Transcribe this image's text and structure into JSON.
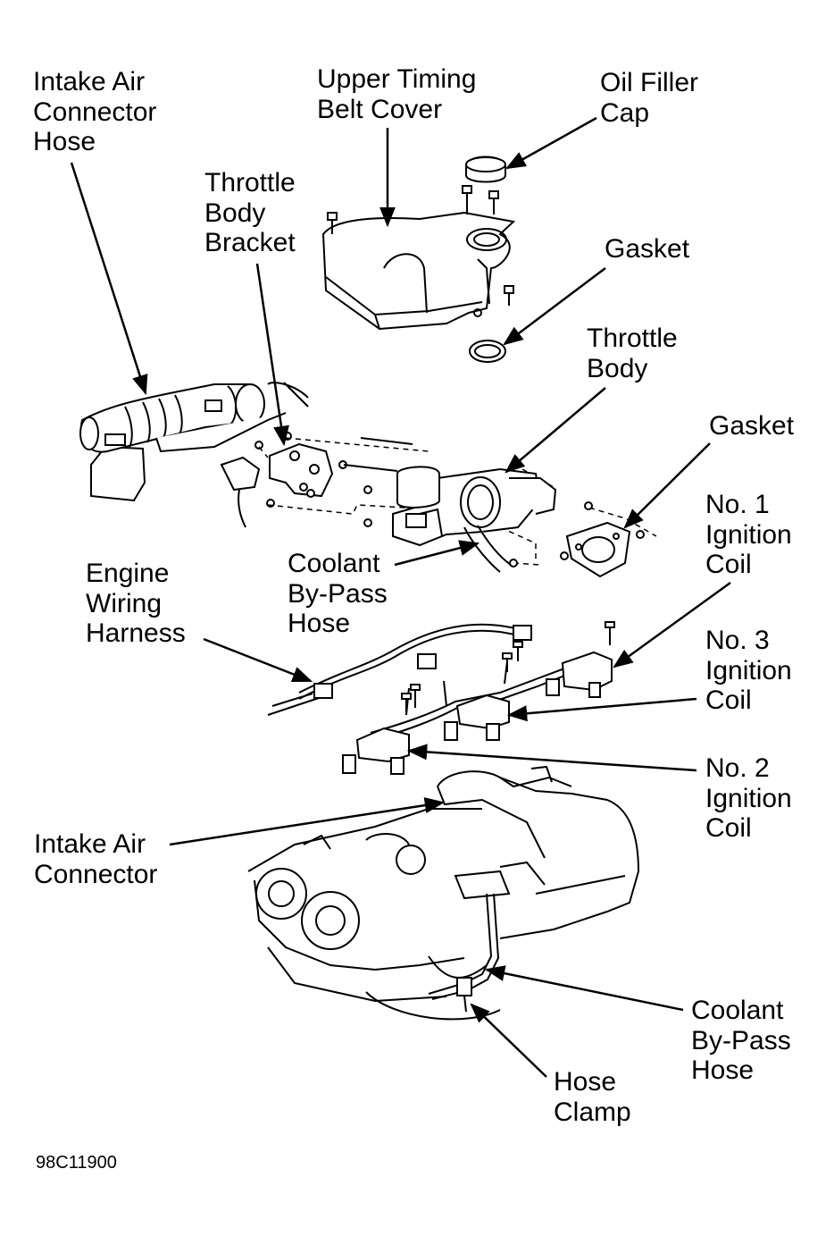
{
  "labels": {
    "intake_air_connector_hose": [
      "Intake Air",
      "Connector",
      "Hose"
    ],
    "upper_timing_belt_cover": [
      "Upper Timing",
      "Belt Cover"
    ],
    "oil_filler_cap": [
      "Oil Filler",
      "Cap"
    ],
    "throttle_body_bracket": [
      "Throttle",
      "Body",
      "Bracket"
    ],
    "gasket_upper": [
      "Gasket"
    ],
    "throttle_body": [
      "Throttle",
      "Body"
    ],
    "gasket_lower": [
      "Gasket"
    ],
    "no1_ignition_coil": [
      "No. 1",
      "Ignition",
      "Coil"
    ],
    "coolant_bypass_hose_upper": [
      "Coolant",
      "By-Pass",
      "Hose"
    ],
    "engine_wiring_harness": [
      "Engine",
      "Wiring",
      "Harness"
    ],
    "no3_ignition_coil": [
      "No. 3",
      "Ignition",
      "Coil"
    ],
    "no2_ignition_coil": [
      "No. 2",
      "Ignition",
      "Coil"
    ],
    "intake_air_connector": [
      "Intake Air",
      "Connector"
    ],
    "coolant_bypass_hose_lower": [
      "Coolant",
      "By-Pass",
      "Hose"
    ],
    "hose_clamp": [
      "Hose",
      "Clamp"
    ]
  },
  "figure_code": "98C11900",
  "colors": {
    "ink": "#000000",
    "paper": "#ffffff"
  }
}
